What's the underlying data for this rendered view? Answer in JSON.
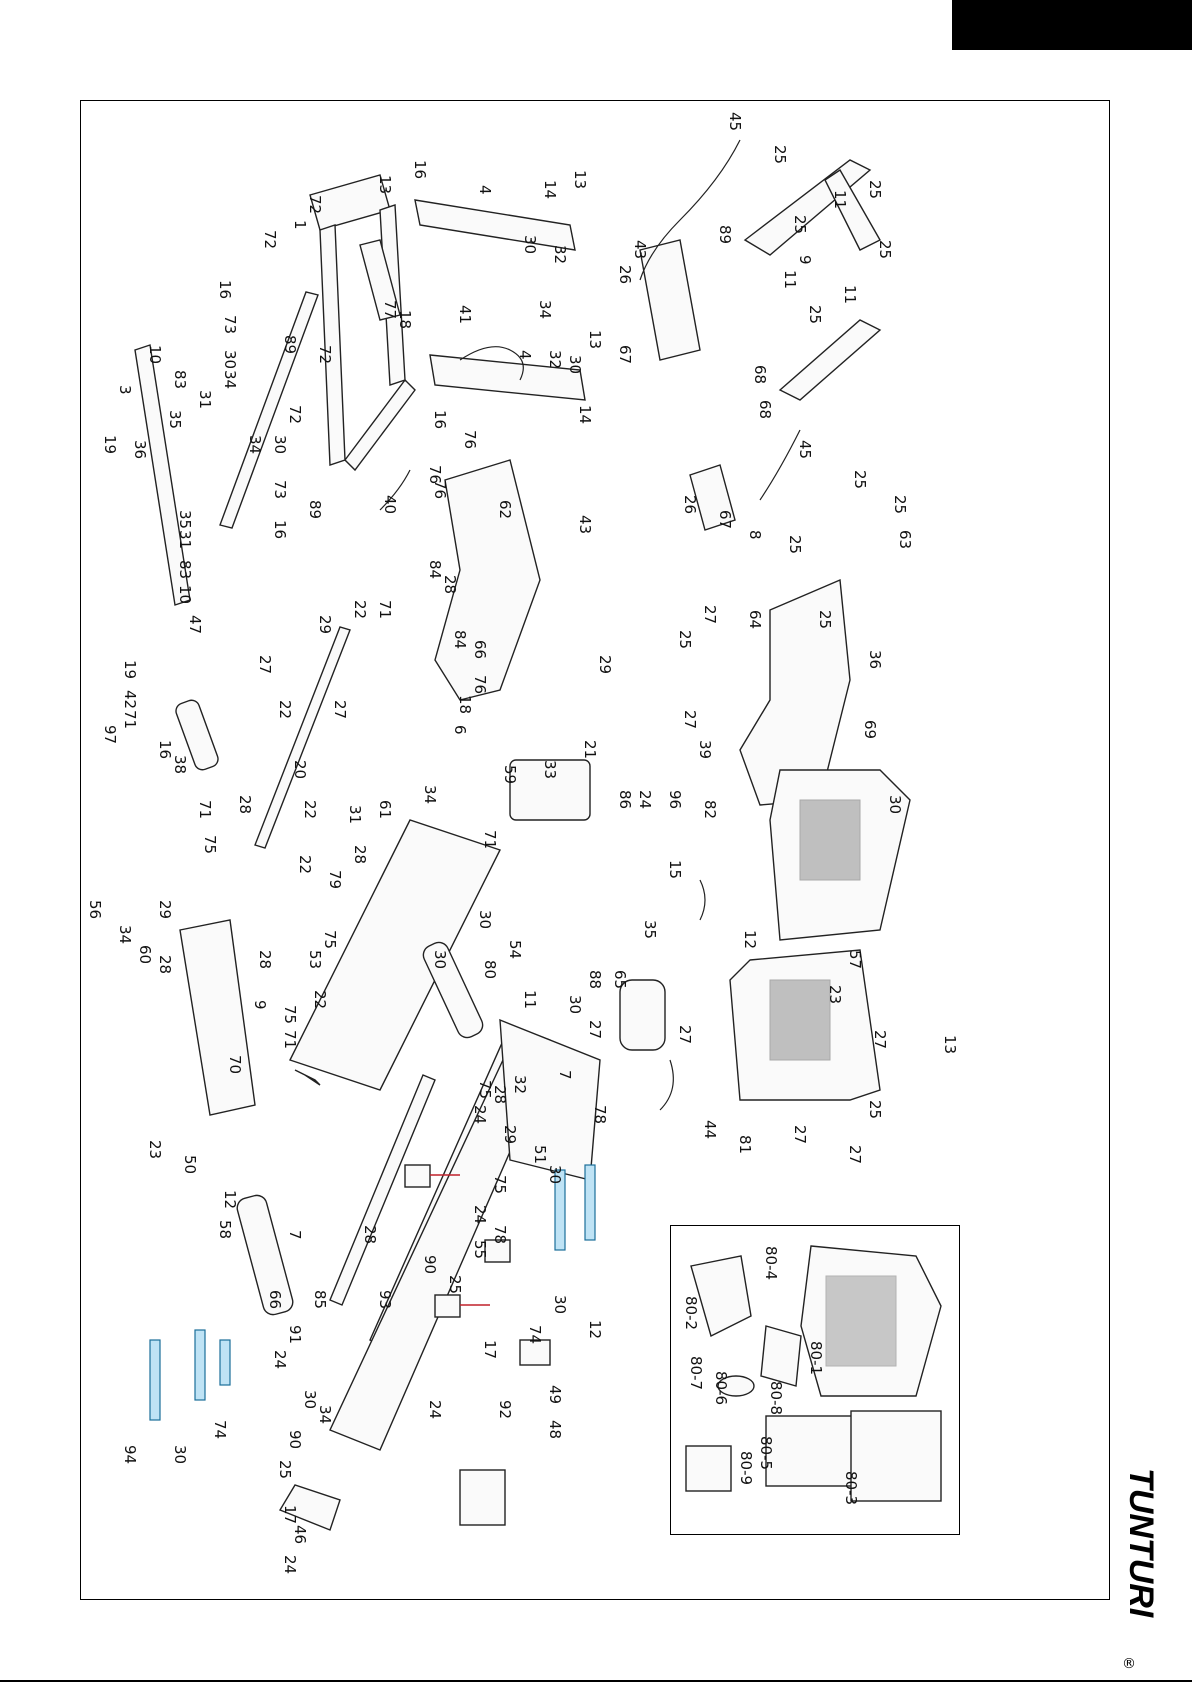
{
  "brand": {
    "name": "TUNTURI",
    "registered_mark": "®"
  },
  "colors": {
    "ink": "#111111",
    "highlight_blue": "#bfe3f5",
    "fastener_red": "#c0202a",
    "tab_black": "#000000"
  },
  "part_labels": [
    {
      "id": "l45a",
      "text": "45"
    },
    {
      "id": "l25a",
      "text": "25"
    },
    {
      "id": "l13a",
      "text": "13"
    },
    {
      "id": "l16a",
      "text": "16"
    },
    {
      "id": "l72a",
      "text": "72"
    },
    {
      "id": "l1",
      "text": "1"
    },
    {
      "id": "l72b",
      "text": "72"
    },
    {
      "id": "l4a",
      "text": "4"
    },
    {
      "id": "l14a",
      "text": "14"
    },
    {
      "id": "l13b",
      "text": "13"
    },
    {
      "id": "l30a",
      "text": "30"
    },
    {
      "id": "l32a",
      "text": "32"
    },
    {
      "id": "l43a",
      "text": "43"
    },
    {
      "id": "l26a",
      "text": "26"
    },
    {
      "id": "l89a",
      "text": "89"
    },
    {
      "id": "l11a",
      "text": "11"
    },
    {
      "id": "l25b",
      "text": "25"
    },
    {
      "id": "l25c",
      "text": "25"
    },
    {
      "id": "l16b",
      "text": "16"
    },
    {
      "id": "l73a",
      "text": "73"
    },
    {
      "id": "l77",
      "text": "77"
    },
    {
      "id": "l41",
      "text": "41"
    },
    {
      "id": "l34a",
      "text": "34"
    },
    {
      "id": "l67a",
      "text": "67"
    },
    {
      "id": "l9a",
      "text": "9"
    },
    {
      "id": "l11b",
      "text": "11"
    },
    {
      "id": "l25d",
      "text": "25"
    },
    {
      "id": "l30b",
      "text": "30"
    },
    {
      "id": "l34b",
      "text": "34"
    },
    {
      "id": "l89b",
      "text": "89"
    },
    {
      "id": "l72c",
      "text": "72"
    },
    {
      "id": "l18a",
      "text": "18"
    },
    {
      "id": "l13c",
      "text": "13"
    },
    {
      "id": "l4b",
      "text": "4"
    },
    {
      "id": "l32b",
      "text": "32"
    },
    {
      "id": "l30c",
      "text": "30"
    },
    {
      "id": "l11c",
      "text": "11"
    },
    {
      "id": "l25e",
      "text": "25"
    },
    {
      "id": "l10a",
      "text": "10"
    },
    {
      "id": "l83a",
      "text": "83"
    },
    {
      "id": "l3",
      "text": "3"
    },
    {
      "id": "l31a",
      "text": "31"
    },
    {
      "id": "l35a",
      "text": "35"
    },
    {
      "id": "l68a",
      "text": "68"
    },
    {
      "id": "l19a",
      "text": "19"
    },
    {
      "id": "l36a",
      "text": "36"
    },
    {
      "id": "l72d",
      "text": "72"
    },
    {
      "id": "l16c",
      "text": "16"
    },
    {
      "id": "l14b",
      "text": "14"
    },
    {
      "id": "l68b",
      "text": "68"
    },
    {
      "id": "l34c",
      "text": "34"
    },
    {
      "id": "l30d",
      "text": "30"
    },
    {
      "id": "l76a",
      "text": "76"
    },
    {
      "id": "l76b",
      "text": "76"
    },
    {
      "id": "l45b",
      "text": "45"
    },
    {
      "id": "l25f",
      "text": "25"
    },
    {
      "id": "l73b",
      "text": "73"
    },
    {
      "id": "l16d",
      "text": "16"
    },
    {
      "id": "l89c",
      "text": "89"
    },
    {
      "id": "l40",
      "text": "40"
    },
    {
      "id": "l76c",
      "text": "76"
    },
    {
      "id": "l62",
      "text": "62"
    },
    {
      "id": "l26b",
      "text": "26"
    },
    {
      "id": "l67b",
      "text": "67"
    },
    {
      "id": "l25g",
      "text": "25"
    },
    {
      "id": "l35b",
      "text": "35"
    },
    {
      "id": "l31b",
      "text": "31"
    },
    {
      "id": "l83b",
      "text": "83"
    },
    {
      "id": "l10b",
      "text": "10"
    },
    {
      "id": "l47",
      "text": "47"
    },
    {
      "id": "l43b",
      "text": "43"
    },
    {
      "id": "l8",
      "text": "8"
    },
    {
      "id": "l25h",
      "text": "25"
    },
    {
      "id": "l63",
      "text": "63"
    },
    {
      "id": "l84a",
      "text": "84"
    },
    {
      "id": "l28a",
      "text": "28"
    },
    {
      "id": "l22a",
      "text": "22"
    },
    {
      "id": "l71a",
      "text": "71"
    },
    {
      "id": "l29a",
      "text": "29"
    },
    {
      "id": "l84b",
      "text": "84"
    },
    {
      "id": "l66a",
      "text": "66"
    },
    {
      "id": "l27a",
      "text": "27"
    },
    {
      "id": "l27b",
      "text": "27"
    },
    {
      "id": "l64",
      "text": "64"
    },
    {
      "id": "l25i",
      "text": "25"
    },
    {
      "id": "l25j",
      "text": "25"
    },
    {
      "id": "l36b",
      "text": "36"
    },
    {
      "id": "l19b",
      "text": "19"
    },
    {
      "id": "l42",
      "text": "42"
    },
    {
      "id": "l29b",
      "text": "29"
    },
    {
      "id": "l76d",
      "text": "76"
    },
    {
      "id": "l18b",
      "text": "18"
    },
    {
      "id": "l6",
      "text": "6"
    },
    {
      "id": "l71b",
      "text": "71"
    },
    {
      "id": "l22b",
      "text": "22"
    },
    {
      "id": "l27c",
      "text": "27"
    },
    {
      "id": "l27d",
      "text": "27"
    },
    {
      "id": "l39",
      "text": "39"
    },
    {
      "id": "l69",
      "text": "69"
    },
    {
      "id": "l97",
      "text": "97"
    },
    {
      "id": "l16e",
      "text": "16"
    },
    {
      "id": "l38a",
      "text": "38"
    },
    {
      "id": "l20",
      "text": "20"
    },
    {
      "id": "l21",
      "text": "21"
    },
    {
      "id": "l59",
      "text": "59"
    },
    {
      "id": "l33",
      "text": "33"
    },
    {
      "id": "l86",
      "text": "86"
    },
    {
      "id": "l24a",
      "text": "24"
    },
    {
      "id": "l96",
      "text": "96"
    },
    {
      "id": "l82",
      "text": "82"
    },
    {
      "id": "l30e",
      "text": "30"
    },
    {
      "id": "l71c",
      "text": "71"
    },
    {
      "id": "l28b",
      "text": "28"
    },
    {
      "id": "l22c",
      "text": "22"
    },
    {
      "id": "l61",
      "text": "61"
    },
    {
      "id": "l34d",
      "text": "34"
    },
    {
      "id": "l75a",
      "text": "75"
    },
    {
      "id": "l31c",
      "text": "31"
    },
    {
      "id": "l71d",
      "text": "71"
    },
    {
      "id": "l22d",
      "text": "22"
    },
    {
      "id": "l28c",
      "text": "28"
    },
    {
      "id": "l79",
      "text": "79"
    },
    {
      "id": "l15",
      "text": "15"
    },
    {
      "id": "l56",
      "text": "56"
    },
    {
      "id": "l29c",
      "text": "29"
    },
    {
      "id": "l35c",
      "text": "35"
    },
    {
      "id": "l30f",
      "text": "30"
    },
    {
      "id": "l34e",
      "text": "34"
    },
    {
      "id": "l60",
      "text": "60"
    },
    {
      "id": "l28d",
      "text": "28"
    },
    {
      "id": "l75b",
      "text": "75"
    },
    {
      "id": "l53",
      "text": "53"
    },
    {
      "id": "l12a",
      "text": "12"
    },
    {
      "id": "l54",
      "text": "54"
    },
    {
      "id": "l30g",
      "text": "30"
    },
    {
      "id": "l80",
      "text": "80"
    },
    {
      "id": "l23a",
      "text": "23"
    },
    {
      "id": "l28e",
      "text": "28"
    },
    {
      "id": "l22e",
      "text": "22"
    },
    {
      "id": "l75c",
      "text": "75"
    },
    {
      "id": "l71e",
      "text": "71"
    },
    {
      "id": "l9b",
      "text": "9"
    },
    {
      "id": "l88",
      "text": "88"
    },
    {
      "id": "l65",
      "text": "65"
    },
    {
      "id": "l70",
      "text": "70"
    },
    {
      "id": "l11d",
      "text": "11"
    },
    {
      "id": "l30h",
      "text": "30"
    },
    {
      "id": "l27e",
      "text": "27"
    },
    {
      "id": "l57",
      "text": "57"
    },
    {
      "id": "l27f",
      "text": "27"
    },
    {
      "id": "l27g",
      "text": "27"
    },
    {
      "id": "l13d",
      "text": "13"
    },
    {
      "id": "l32c",
      "text": "32"
    },
    {
      "id": "l7a",
      "text": "7"
    },
    {
      "id": "l78a",
      "text": "78"
    },
    {
      "id": "l75d",
      "text": "75"
    },
    {
      "id": "l28f",
      "text": "28"
    },
    {
      "id": "l24b",
      "text": "24"
    },
    {
      "id": "l29d",
      "text": "29"
    },
    {
      "id": "l44",
      "text": "44"
    },
    {
      "id": "l81",
      "text": "81"
    },
    {
      "id": "l27h",
      "text": "27"
    },
    {
      "id": "l27i",
      "text": "27"
    },
    {
      "id": "l25k",
      "text": "25"
    },
    {
      "id": "l23b",
      "text": "23"
    },
    {
      "id": "l50",
      "text": "50"
    },
    {
      "id": "l51",
      "text": "51"
    },
    {
      "id": "l30i",
      "text": "30"
    },
    {
      "id": "l12b",
      "text": "12"
    },
    {
      "id": "l58",
      "text": "58"
    },
    {
      "id": "l7b",
      "text": "7"
    },
    {
      "id": "l28g",
      "text": "28"
    },
    {
      "id": "l75e",
      "text": "75"
    },
    {
      "id": "l24c",
      "text": "24"
    },
    {
      "id": "l78b",
      "text": "78"
    },
    {
      "id": "l55",
      "text": "55"
    },
    {
      "id": "l25l",
      "text": "25"
    },
    {
      "id": "l66b",
      "text": "66"
    },
    {
      "id": "l90a",
      "text": "90"
    },
    {
      "id": "l85",
      "text": "85"
    },
    {
      "id": "l93",
      "text": "93"
    },
    {
      "id": "l30j",
      "text": "30"
    },
    {
      "id": "l12c",
      "text": "12"
    },
    {
      "id": "l91",
      "text": "91"
    },
    {
      "id": "l24d",
      "text": "24"
    },
    {
      "id": "l17a",
      "text": "17"
    },
    {
      "id": "l74a",
      "text": "74"
    },
    {
      "id": "l30k",
      "text": "30"
    },
    {
      "id": "l34f",
      "text": "34"
    },
    {
      "id": "l90b",
      "text": "90"
    },
    {
      "id": "l25m",
      "text": "25"
    },
    {
      "id": "l24e",
      "text": "24"
    },
    {
      "id": "l92",
      "text": "92"
    },
    {
      "id": "l49",
      "text": "49"
    },
    {
      "id": "l48",
      "text": "48"
    },
    {
      "id": "l94",
      "text": "94"
    },
    {
      "id": "l30l",
      "text": "30"
    },
    {
      "id": "l74b",
      "text": "74"
    },
    {
      "id": "l17b",
      "text": "17"
    },
    {
      "id": "l46",
      "text": "46"
    },
    {
      "id": "l24f",
      "text": "24"
    }
  ],
  "inset_labels": [
    {
      "id": "i804",
      "text": "80-4"
    },
    {
      "id": "i802",
      "text": "80-2"
    },
    {
      "id": "i801",
      "text": "80-1"
    },
    {
      "id": "i807",
      "text": "80-7"
    },
    {
      "id": "i806",
      "text": "80-6"
    },
    {
      "id": "i808",
      "text": "80-8"
    },
    {
      "id": "i805",
      "text": "80-5"
    },
    {
      "id": "i809",
      "text": "80-9"
    },
    {
      "id": "i803",
      "text": "80-3"
    }
  ]
}
